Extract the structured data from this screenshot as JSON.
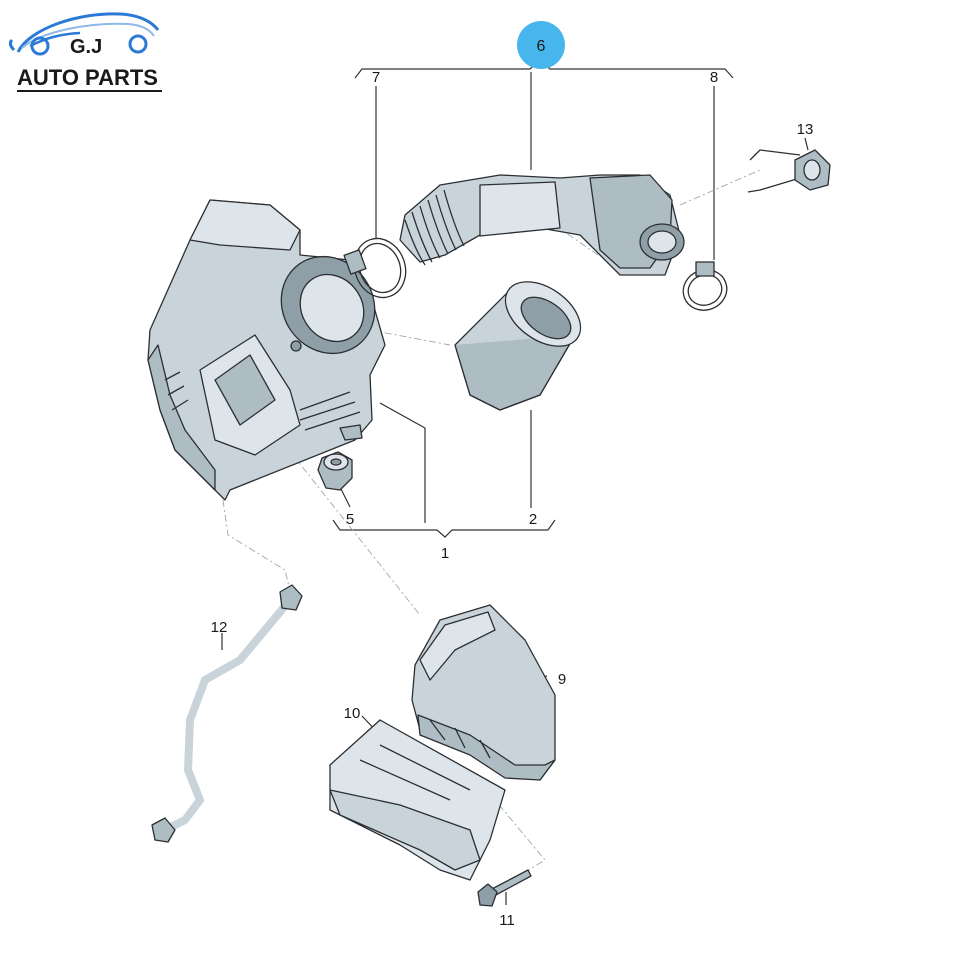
{
  "brand": {
    "logo_text": "G.J",
    "subtitle": "AUTO PARTS",
    "accent_color": "#2b7bd6"
  },
  "diagram": {
    "highlight_color": "#47b6ec",
    "callouts": {
      "c1": "1",
      "c2": "2",
      "c5": "5",
      "c6": "6",
      "c7": "7",
      "c8": "8",
      "c9": "9",
      "c10": "10",
      "c11": "11",
      "c12": "12",
      "c13": "13"
    }
  }
}
